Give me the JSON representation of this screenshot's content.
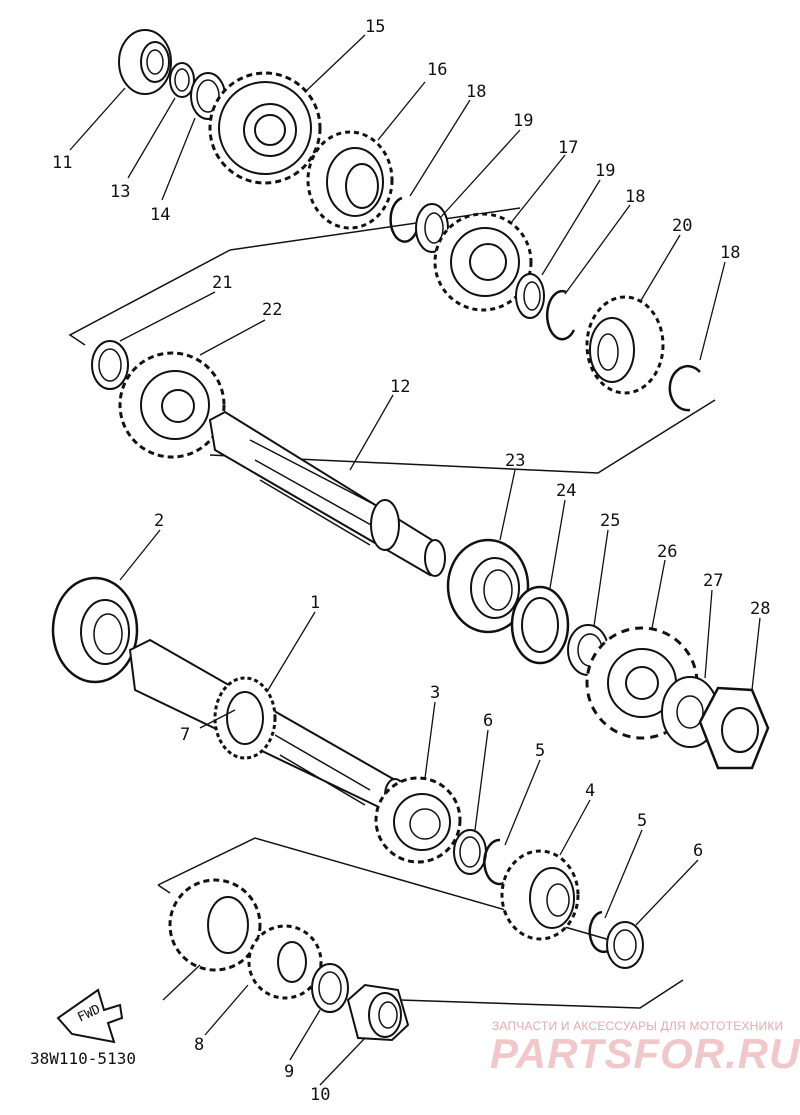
{
  "diagram_code": "38W110-5130",
  "fwd_label": "FWD",
  "watermark": {
    "tagline": "ЗАПЧАСТИ И АКСЕССУАРЫ ДЛЯ МОТОТЕХНИКИ",
    "brand": "PARTSFOR.RU"
  },
  "callouts": [
    "15",
    "16",
    "18",
    "19",
    "17",
    "19",
    "18",
    "20",
    "18",
    "11",
    "13",
    "14",
    "21",
    "22",
    "12",
    "23",
    "24",
    "25",
    "26",
    "27",
    "28",
    "2",
    "1",
    "7",
    "3",
    "6",
    "5",
    "4",
    "5",
    "6",
    "8",
    "9",
    "10"
  ],
  "colors": {
    "ink": "#111111",
    "watermark": "#e7a9ad"
  }
}
